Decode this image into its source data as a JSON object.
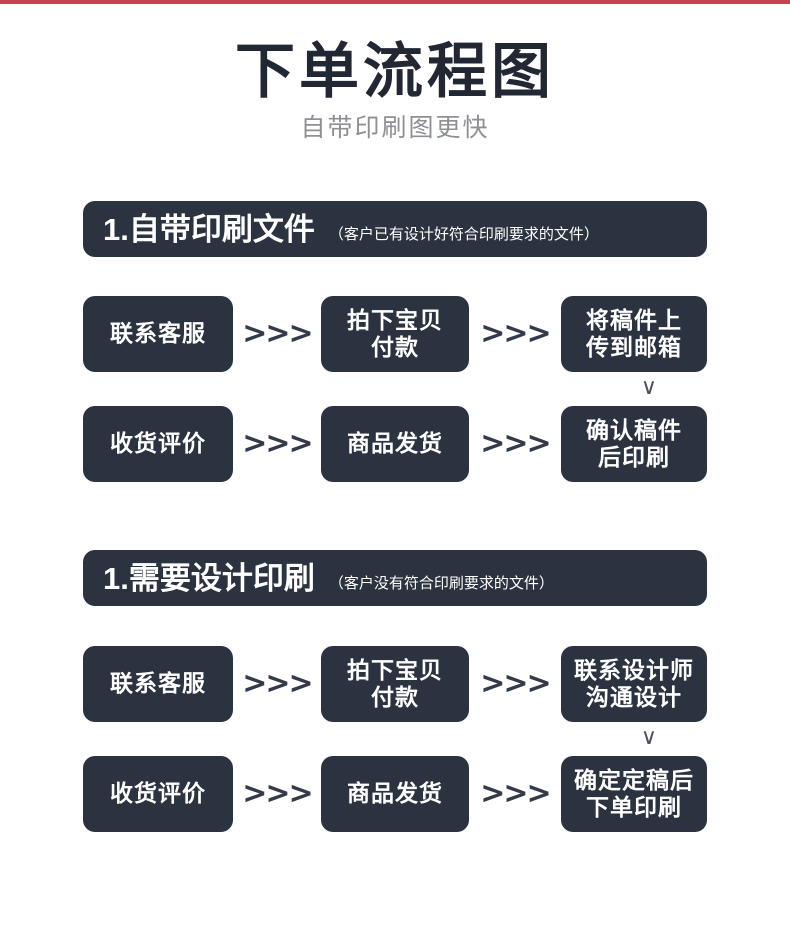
{
  "theme": {
    "accent_rule": "#c8414f",
    "dark": "#2b3240",
    "title_color": "#222833",
    "subtitle_color": "#8d9096",
    "node_text": "#ffffff"
  },
  "header": {
    "title": "下单流程图",
    "subtitle": "自带印刷图更快"
  },
  "sections": [
    {
      "number_label": "1.自带印刷文件",
      "note": "（客户已有设计好符合印刷要求的文件）",
      "connector_glyph": "∨",
      "rows": [
        {
          "nodes": [
            "联系客服",
            "拍下宝贝\n付款",
            "将稿件上\n传到邮箱"
          ],
          "arrows": [
            ">>>",
            ">>>"
          ]
        },
        {
          "nodes": [
            "收货评价",
            "商品发货",
            "确认稿件\n后印刷"
          ],
          "arrows": [
            ">>>",
            ">>>"
          ]
        }
      ]
    },
    {
      "number_label": "1.需要设计印刷",
      "note": "（客户没有符合印刷要求的文件）",
      "connector_glyph": "∨",
      "rows": [
        {
          "nodes": [
            "联系客服",
            "拍下宝贝\n付款",
            "联系设计师\n沟通设计"
          ],
          "arrows": [
            ">>>",
            ">>>"
          ]
        },
        {
          "nodes": [
            "收货评价",
            "商品发货",
            "确定定稿后\n下单印刷"
          ],
          "arrows": [
            ">>>",
            ">>>"
          ]
        }
      ]
    }
  ]
}
